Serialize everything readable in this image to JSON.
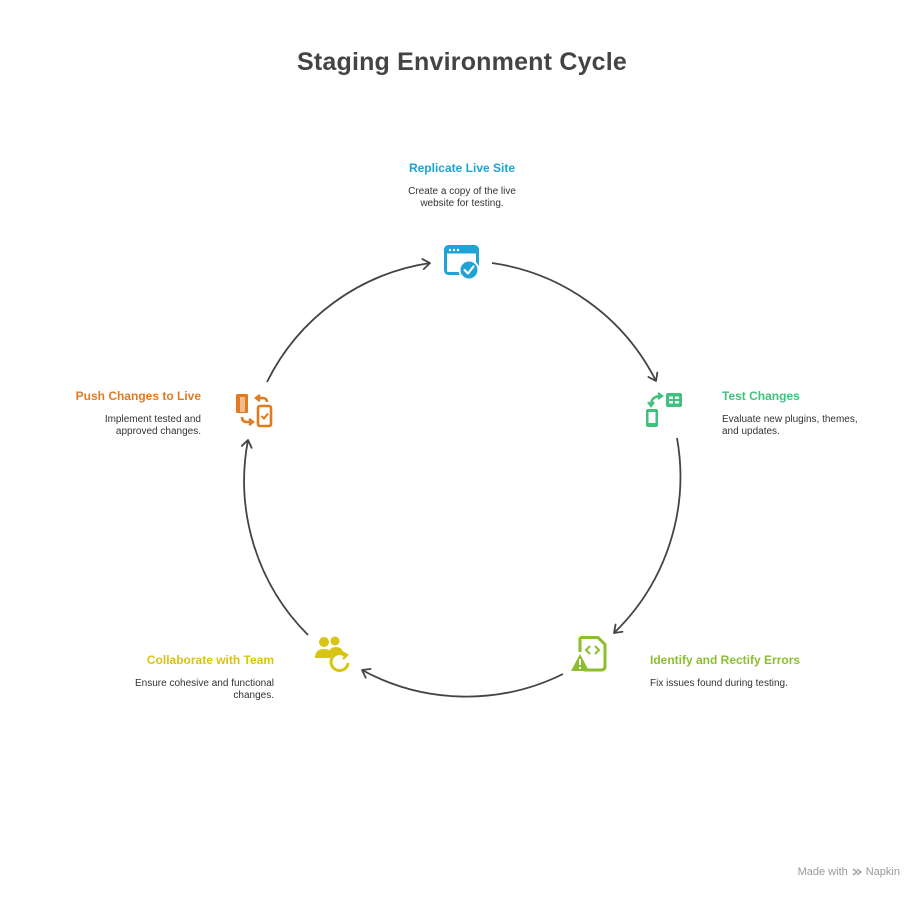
{
  "title": "Staging Environment Cycle",
  "steps": [
    {
      "title": "Replicate Live Site",
      "desc_line1": "Create a copy of the live",
      "desc_line2": "website for testing.",
      "color": "#1fa2d6",
      "icon": "browser-check-icon"
    },
    {
      "title": "Test Changes",
      "desc_line1": "Evaluate new plugins, themes,",
      "desc_line2": "and updates.",
      "color": "#3ec27e",
      "icon": "device-sync-icon"
    },
    {
      "title": "Identify and Rectify Errors",
      "desc_line1": "Fix issues found during testing.",
      "desc_line2": "",
      "color": "#8bbf2e",
      "icon": "code-warning-icon"
    },
    {
      "title": "Collaborate with Team",
      "desc_line1": "Ensure cohesive and functional",
      "desc_line2": "changes.",
      "color": "#d8c413",
      "icon": "team-refresh-icon"
    },
    {
      "title": "Push Changes to Live",
      "desc_line1": "Implement tested and",
      "desc_line2": "approved changes.",
      "color": "#e07b22",
      "icon": "push-deploy-icon"
    }
  ],
  "footer": {
    "made_with": "Made with",
    "brand": "Napkin"
  }
}
